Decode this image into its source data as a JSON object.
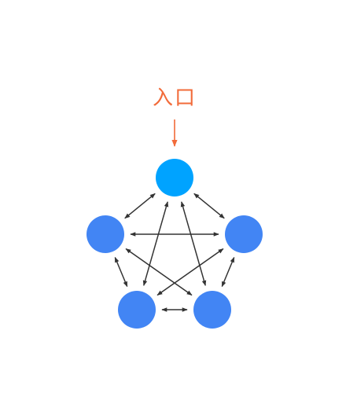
{
  "diagram": {
    "entry_label": "入口",
    "colors": {
      "entry_text": "#f26b3a",
      "entry_arrow": "#f26b3a",
      "entry_node": "#00a3ff",
      "node": "#4285f4",
      "edge": "#333333",
      "background": "#ffffff"
    },
    "nodes": [
      {
        "id": "entry",
        "role": "entry"
      },
      {
        "id": "left",
        "role": "member"
      },
      {
        "id": "right",
        "role": "member"
      },
      {
        "id": "bottom-left",
        "role": "member"
      },
      {
        "id": "bottom-right",
        "role": "member"
      }
    ],
    "edges": [
      {
        "from": "entry",
        "to": "left",
        "direction": "both"
      },
      {
        "from": "entry",
        "to": "right",
        "direction": "both"
      },
      {
        "from": "entry",
        "to": "bottom-left",
        "direction": "both"
      },
      {
        "from": "entry",
        "to": "bottom-right",
        "direction": "both"
      },
      {
        "from": "left",
        "to": "right",
        "direction": "both"
      },
      {
        "from": "left",
        "to": "bottom-left",
        "direction": "both"
      },
      {
        "from": "left",
        "to": "bottom-right",
        "direction": "both"
      },
      {
        "from": "right",
        "to": "bottom-left",
        "direction": "both"
      },
      {
        "from": "right",
        "to": "bottom-right",
        "direction": "both"
      },
      {
        "from": "bottom-left",
        "to": "bottom-right",
        "direction": "both"
      }
    ]
  }
}
